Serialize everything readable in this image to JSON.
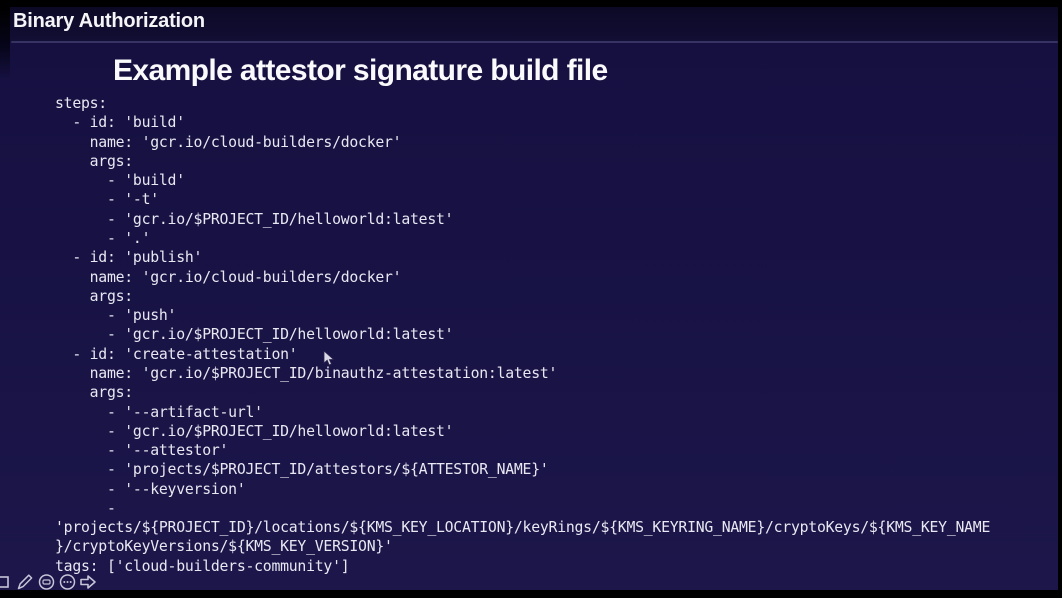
{
  "header": {
    "title": "Binary Authorization"
  },
  "slide": {
    "heading": "Example attestor signature build file",
    "code_lines": [
      "steps:",
      "  - id: 'build'",
      "    name: 'gcr.io/cloud-builders/docker'",
      "    args:",
      "      - 'build'",
      "      - '-t'",
      "      - 'gcr.io/$PROJECT_ID/helloworld:latest'",
      "      - '.'",
      "  - id: 'publish'",
      "    name: 'gcr.io/cloud-builders/docker'",
      "    args:",
      "      - 'push'",
      "      - 'gcr.io/$PROJECT_ID/helloworld:latest'",
      "  - id: 'create-attestation'",
      "    name: 'gcr.io/$PROJECT_ID/binauthz-attestation:latest'",
      "    args:",
      "      - '--artifact-url'",
      "      - 'gcr.io/$PROJECT_ID/helloworld:latest'",
      "      - '--attestor'",
      "      - 'projects/$PROJECT_ID/attestors/${ATTESTOR_NAME}'",
      "      - '--keyversion'",
      "      -",
      "'projects/${PROJECT_ID}/locations/${KMS_KEY_LOCATION}/keyRings/${KMS_KEYRING_NAME}/cryptoKeys/${KMS_KEY_NAME",
      "}/cryptoKeyVersions/${KMS_KEY_VERSION}'",
      "tags: ['cloud-builders-community']"
    ]
  },
  "toolbar": {
    "icons": [
      {
        "name": "shape-square-icon"
      },
      {
        "name": "pencil-icon"
      },
      {
        "name": "button-circle-icon"
      },
      {
        "name": "ellipsis-circle-icon"
      },
      {
        "name": "arrow-right-icon"
      }
    ]
  },
  "cursor": {
    "name": "mouse-pointer"
  },
  "colors": {
    "background_top": "#151040",
    "background_bottom": "#1c164a",
    "header_bg_top": "#0c0926",
    "header_bg_bottom": "#120e34",
    "divider": "#3a3666",
    "frame_black": "#000000",
    "title_text": "#f5f5f7",
    "heading_text": "#fafafc",
    "code_text": "#e8e7f2",
    "toolbar_icon": "#c6c4d8"
  }
}
